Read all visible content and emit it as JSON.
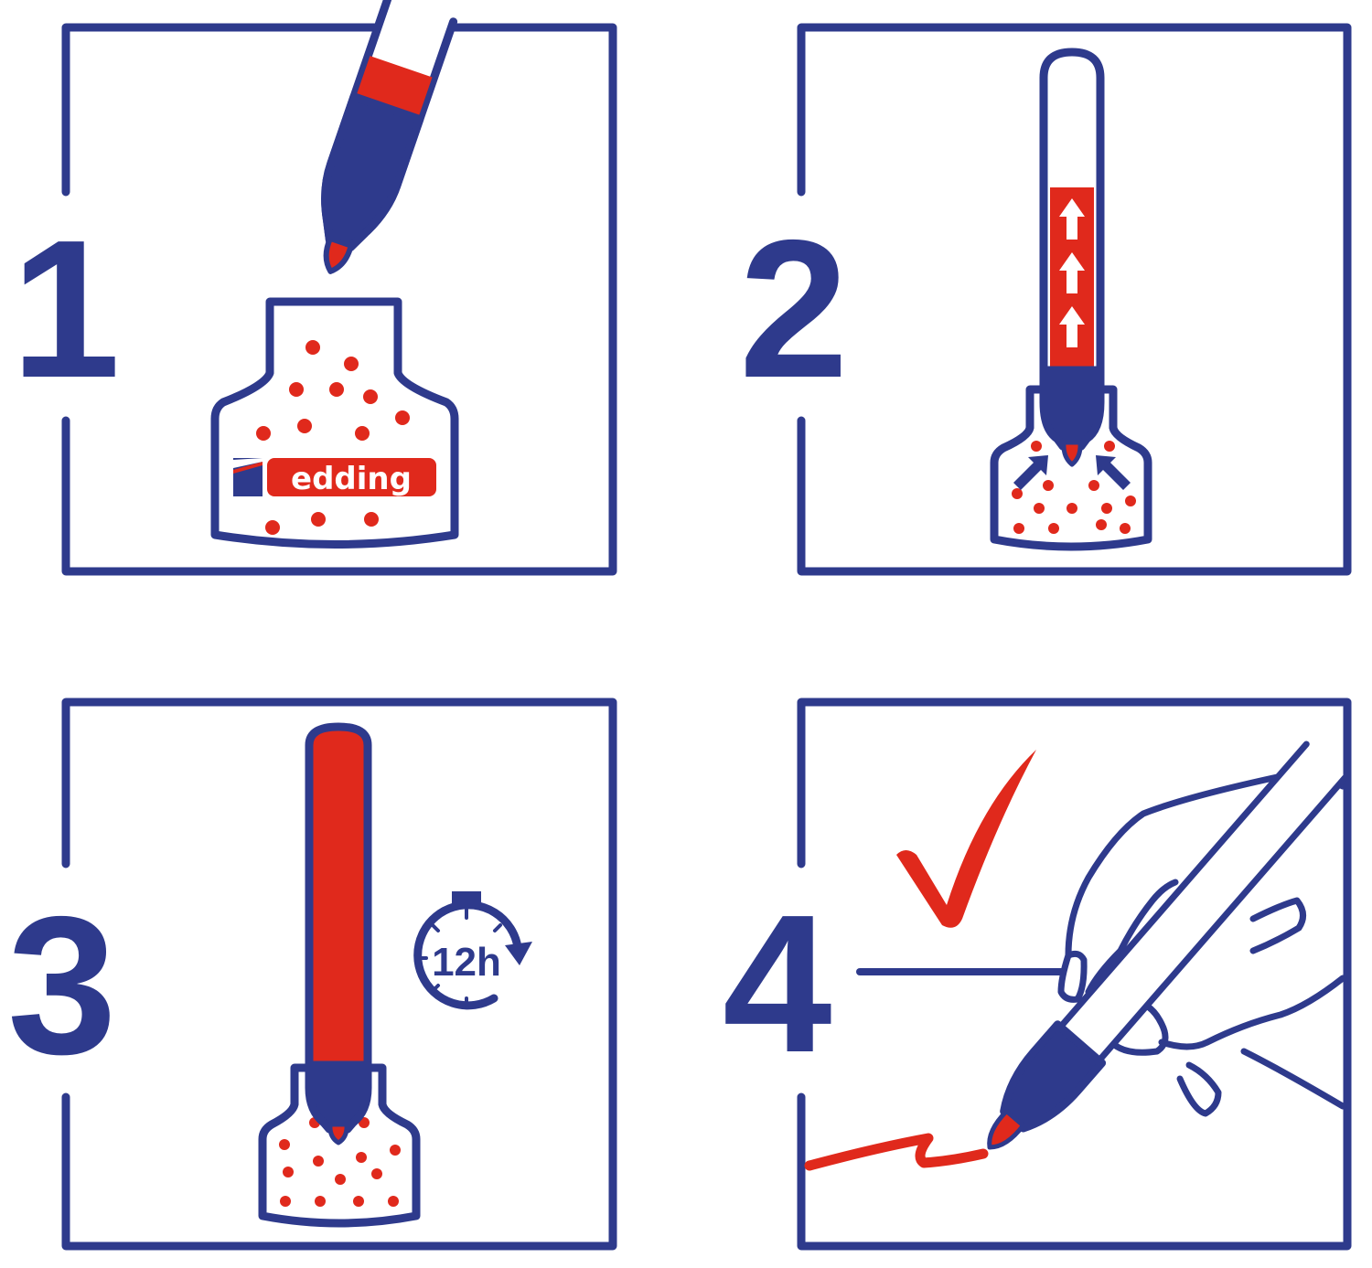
{
  "colors": {
    "blue": "#2e3a8c",
    "red": "#e0291c"
  },
  "steps": [
    {
      "number": "1"
    },
    {
      "number": "2"
    },
    {
      "number": "3"
    },
    {
      "number": "4"
    }
  ],
  "bottle_logo": "edding",
  "timer_label": "12h"
}
